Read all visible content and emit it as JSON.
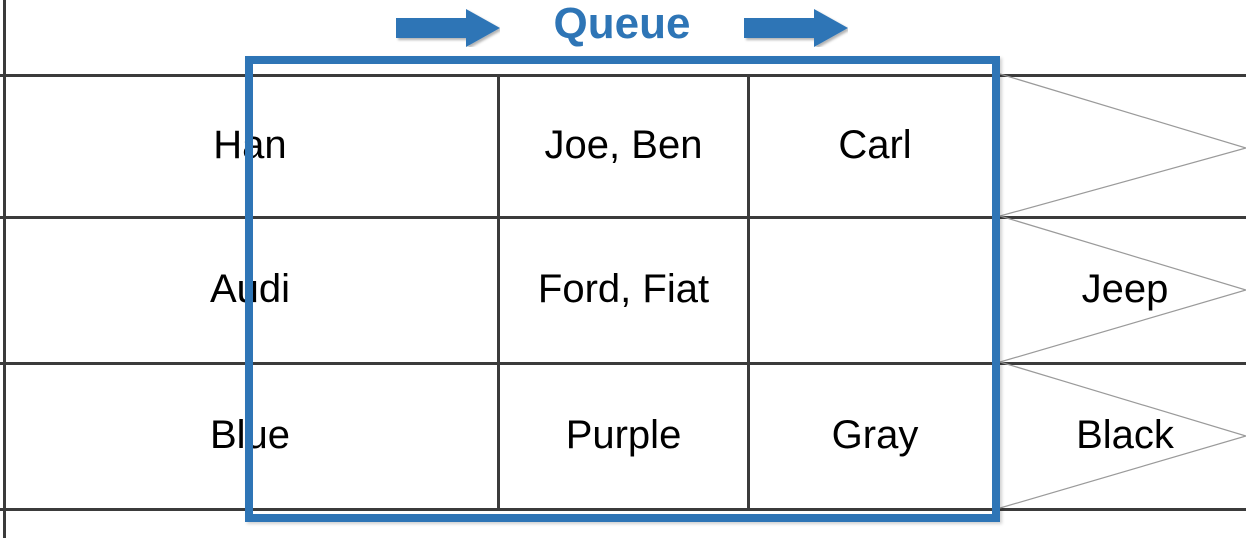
{
  "title": {
    "text": "Queue",
    "color": "#2E75B6",
    "left_arrow_icon": "right-arrow-icon",
    "right_arrow_icon": "right-arrow-icon"
  },
  "colors": {
    "accent_blue": "#2E75B6",
    "grid_line": "#3B3B3B",
    "chevron_line": "#9A9A9A",
    "text": "#000000",
    "background": "#FFFFFF"
  },
  "table": {
    "row_count": 3,
    "column_count": 4,
    "rows": [
      {
        "label": "Han",
        "cells": [
          "Joe, Ben",
          "Carl",
          ""
        ]
      },
      {
        "label": "Audi",
        "cells": [
          "Ford, Fiat",
          "",
          "Jeep"
        ]
      },
      {
        "label": "Blue",
        "cells": [
          "Purple",
          "Gray",
          "Black"
        ]
      }
    ]
  },
  "queue_region": {
    "name": "queue-highlight",
    "covers_columns": [
      1,
      2,
      3
    ]
  },
  "overflow_markers": {
    "count": 3,
    "shape": "chevron-right"
  }
}
